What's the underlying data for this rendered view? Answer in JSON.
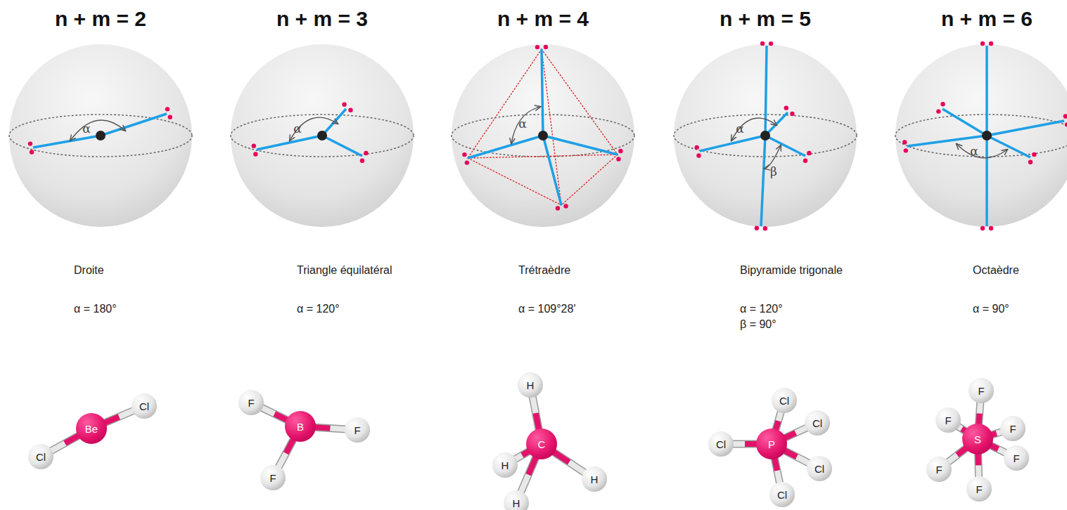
{
  "diagram": {
    "nodes": [
      {
        "text": [
          "Cl"
        ]
      },
      {
        "text": [
          "Be"
        ]
      },
      {
        "text": [
          "Cl"
        ]
      },
      {
        "text": [
          "F"
        ]
      },
      {
        "text": [
          "B"
        ]
      },
      {
        "text": [
          "F"
        ]
      },
      {
        "text": [
          "F"
        ]
      },
      {
        "text": [
          "H"
        ]
      },
      {
        "text": [
          "H"
        ]
      },
      {
        "text": [
          "C"
        ]
      },
      {
        "text": [
          "H"
        ]
      },
      {
        "text": [
          "H"
        ]
      },
      {
        "text": [
          "Cl"
        ]
      },
      {
        "text": [
          "Cl"
        ]
      },
      {
        "text": [
          "P"
        ]
      },
      {
        "text": [
          "Cl"
        ]
      },
      {
        "text": [
          "Cl"
        ]
      },
      {
        "text": [
          "Cl"
        ]
      },
      {
        "text": [
          "F"
        ]
      },
      {
        "text": [
          "F"
        ]
      },
      {
        "text": [
          "F"
        ]
      },
      {
        "text": [
          "S"
        ]
      },
      {
        "text": [
          "F"
        ]
      },
      {
        "text": [
          "F"
        ]
      },
      {
        "text": [
          "F"
        ]
      }
    ],
    "edges": [
      {
        "from": 1,
        "to": 0,
        "arrow": "none"
      },
      {
        "from": 1,
        "to": 2,
        "arrow": "none"
      },
      {
        "from": 4,
        "to": 3,
        "arrow": "none"
      },
      {
        "from": 4,
        "to": 5,
        "arrow": "none"
      },
      {
        "from": 4,
        "to": 6,
        "arrow": "none"
      },
      {
        "from": 9,
        "to": 7,
        "arrow": "none"
      },
      {
        "from": 9,
        "to": 8,
        "arrow": "none"
      },
      {
        "from": 9,
        "to": 10,
        "arrow": "none"
      },
      {
        "from": 9,
        "to": 11,
        "arrow": "none"
      },
      {
        "from": 14,
        "to": 12,
        "arrow": "none"
      },
      {
        "from": 14,
        "to": 13,
        "arrow": "none"
      },
      {
        "from": 14,
        "to": 15,
        "arrow": "none"
      },
      {
        "from": 14,
        "to": 16,
        "arrow": "none"
      },
      {
        "from": 14,
        "to": 17,
        "arrow": "none"
      },
      {
        "from": 21,
        "to": 18,
        "arrow": "none"
      },
      {
        "from": 21,
        "to": 19,
        "arrow": "none"
      },
      {
        "from": 21,
        "to": 20,
        "arrow": "none"
      },
      {
        "from": 21,
        "to": 22,
        "arrow": "none"
      },
      {
        "from": 21,
        "to": 23,
        "arrow": "none"
      },
      {
        "from": 21,
        "to": 24,
        "arrow": "none"
      }
    ],
    "labels": [
      "n + m = 2",
      "α",
      "Droite",
      "α = 180°",
      "n + m = 3",
      "α",
      "Triangle équilatéral",
      "α = 120°",
      "n + m = 4",
      "α",
      "Trétraèdre",
      "α = 109°28'",
      "n + m = 5",
      "α",
      "β",
      "Bipyramide trigonale",
      "α = 120°",
      "β = 90°",
      "n + m = 6",
      "α",
      "Octaèdre",
      "α = 90°"
    ]
  }
}
